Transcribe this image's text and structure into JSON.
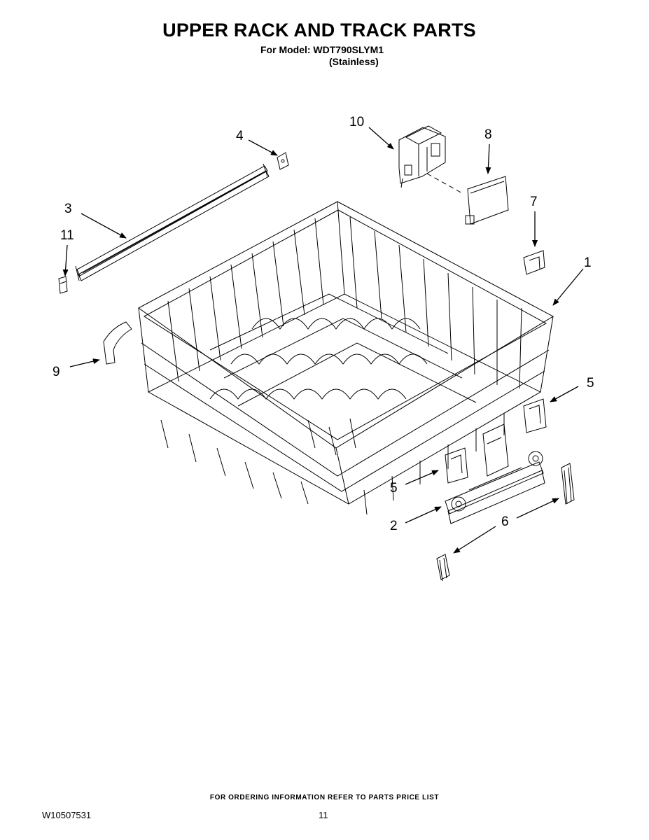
{
  "header": {
    "title": "UPPER RACK AND TRACK PARTS",
    "model_line": "For Model: WDT790SLYM1",
    "variant": "(Stainless)"
  },
  "callouts": [
    {
      "id": "c1",
      "label": "1"
    },
    {
      "id": "c2",
      "label": "2"
    },
    {
      "id": "c3",
      "label": "3"
    },
    {
      "id": "c4",
      "label": "4"
    },
    {
      "id": "c5a",
      "label": "5"
    },
    {
      "id": "c5b",
      "label": "5"
    },
    {
      "id": "c6",
      "label": "6"
    },
    {
      "id": "c7",
      "label": "7"
    },
    {
      "id": "c8",
      "label": "8"
    },
    {
      "id": "c9",
      "label": "9"
    },
    {
      "id": "c10",
      "label": "10"
    },
    {
      "id": "c11",
      "label": "11"
    }
  ],
  "footer": {
    "ordering_note": "FOR ORDERING INFORMATION REFER TO PARTS PRICE LIST",
    "document_number": "W10507531",
    "page_number": "11"
  }
}
